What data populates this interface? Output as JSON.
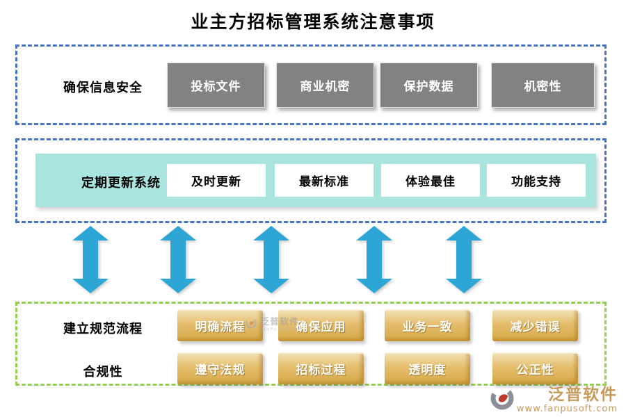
{
  "title": "业主方招标管理系统注意事项",
  "colors": {
    "blue_dash": "#4472c4",
    "green_dash": "#92d050",
    "teal_panel": "#a9e5de",
    "gray_button": "#828282",
    "arrow_blue": "#2da6d5",
    "gold_button_top": "#f3e3ba",
    "gold_button_bottom": "#d5a747",
    "brand_gold": "#c79a5c"
  },
  "section_security": {
    "label": "确保信息安全",
    "items": [
      "投标文件",
      "商业机密",
      "保护数据",
      "机密性"
    ]
  },
  "section_update": {
    "label": "定期更新系统",
    "items": [
      "及时更新",
      "最新标准",
      "体验最佳",
      "功能支持"
    ]
  },
  "section_process": {
    "row1": {
      "label": "建立规范流程",
      "items": [
        "明确流程",
        "确保应用",
        "业务一致",
        "减少错误"
      ]
    },
    "row2": {
      "label": "合规性",
      "items": [
        "遵守法规",
        "招标过程",
        "透明度",
        "公正性"
      ]
    }
  },
  "watermark": {
    "text": "泛普软件",
    "subtext": "FANPU SOFTWARE"
  },
  "brand": {
    "name": "泛普软件",
    "url": "www.fanpusoft.com"
  }
}
